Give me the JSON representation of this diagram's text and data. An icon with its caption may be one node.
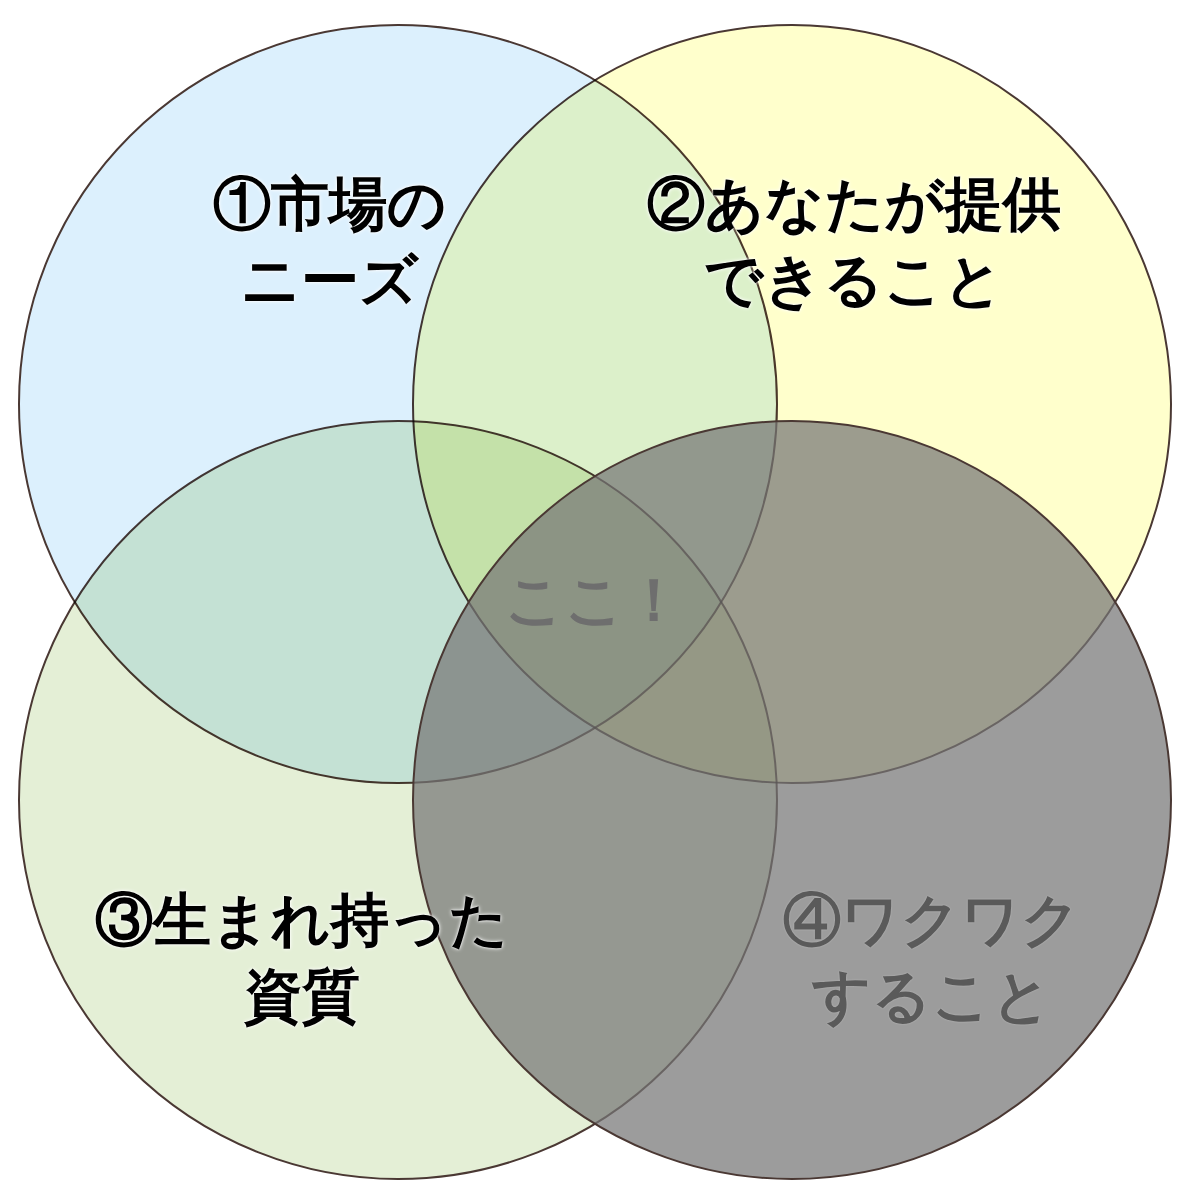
{
  "diagram": {
    "nodes": [
      {
        "text": [
          "①市場のニーズ"
        ]
      },
      {
        "text": [
          "②あなたが提供できること"
        ]
      },
      {
        "text": [
          "③生まれ持った資質"
        ]
      },
      {
        "text": [
          "④ワクワクすること"
        ]
      }
    ],
    "labels": [
      "ここ！"
    ]
  }
}
